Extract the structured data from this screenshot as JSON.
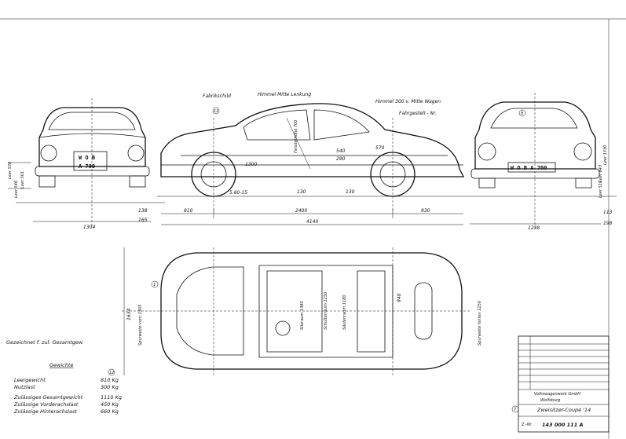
{
  "drawing": {
    "labels": {
      "fabrikschild": "Fabrikschild",
      "fabrikschild_ref": "11",
      "himmel_lenkung": "Himmel Mitte Lenkung",
      "himmel_wagen": "Himmel 300 v. Mitte Wagen",
      "fahrgestell": "Fahrgestell - Nr.",
      "front_ref": "8",
      "top_ref": "1",
      "spurweite_vorn": "Spurweite vorn 1305",
      "spurweite_hinten": "Spurweite hinten 1250",
      "leer_536": "Leer 536",
      "leer_546": "Leer 546",
      "leer_501": "Leer 501",
      "leer_1330": "Leer 1330",
      "leer_643": "Leer 643",
      "leer_510": "Leer 510",
      "fenster": "Fensterhöhe 700",
      "sitz": "Sitzraum 1380",
      "schulter": "Schulterraum 1250",
      "saulen": "Säulenraum 1180"
    },
    "plates": {
      "front_line1": "W O B",
      "front_line2": "A 700",
      "rear": "W O B  A 700"
    },
    "dimensions": {
      "side_overhang_front": "810",
      "wheelbase": "2400",
      "side_overhang_rear": "930",
      "overall_length": "4140",
      "front_width": "1304",
      "rear_width": "1238",
      "ground_138": "138",
      "ground_165": "165",
      "ground_113": "113",
      "ground_198": "198",
      "height_1634": "1634",
      "tire": "5.60-15",
      "d_1300": "1300",
      "d_130a": "130",
      "d_130b": "130",
      "d_540": "540",
      "d_290": "290",
      "d_570": "570",
      "d_940": "940"
    },
    "weights": {
      "drawn_note": "Gezeichnet f. zul. Gesamtgew.",
      "title": "Gewichte",
      "ref": "12",
      "rows": [
        {
          "label": "Leergewicht",
          "value": "810 Kg"
        },
        {
          "label": "Nutzlast",
          "value": "300 Kg"
        },
        {
          "label": "Zulässiges    Gesamtgewicht",
          "value": "1110 Kg"
        },
        {
          "label": "Zulässige    Vorderachslast",
          "value": "450 Kg"
        },
        {
          "label": "Zulässige    Hinterachslast",
          "value": "660 Kg"
        }
      ]
    },
    "title_block": {
      "company": "Volkswagenwerk GmbH",
      "city": "Wolfsburg",
      "title": "Zweisitzer-Coupé '14",
      "title_ref": "7",
      "number_label": "Z.-Nr.",
      "number": "143 000 111 A"
    }
  }
}
